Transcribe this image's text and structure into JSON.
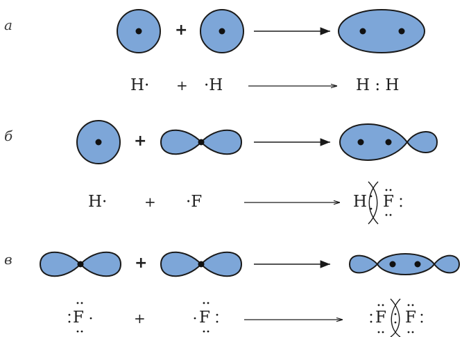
{
  "colors": {
    "orbital_fill": "#7da6d8",
    "stroke": "#1a1a1a",
    "text": "#1e1e1e"
  },
  "rows": [
    {
      "label": "а",
      "plus": "+",
      "eq_left": "H·",
      "eq_plus": "+",
      "eq_right": "·H",
      "eq_result": "H : H"
    },
    {
      "label": "б",
      "plus": "+",
      "eq_left": "H·",
      "eq_plus": "+",
      "eq_right": "·F",
      "eq_result_a": "H",
      "eq_result_b": "F"
    },
    {
      "label": "в",
      "plus": "+",
      "eq_left": "F",
      "eq_plus": "+",
      "eq_right": "F",
      "eq_result_a": "F",
      "eq_result_b": "F"
    }
  ]
}
